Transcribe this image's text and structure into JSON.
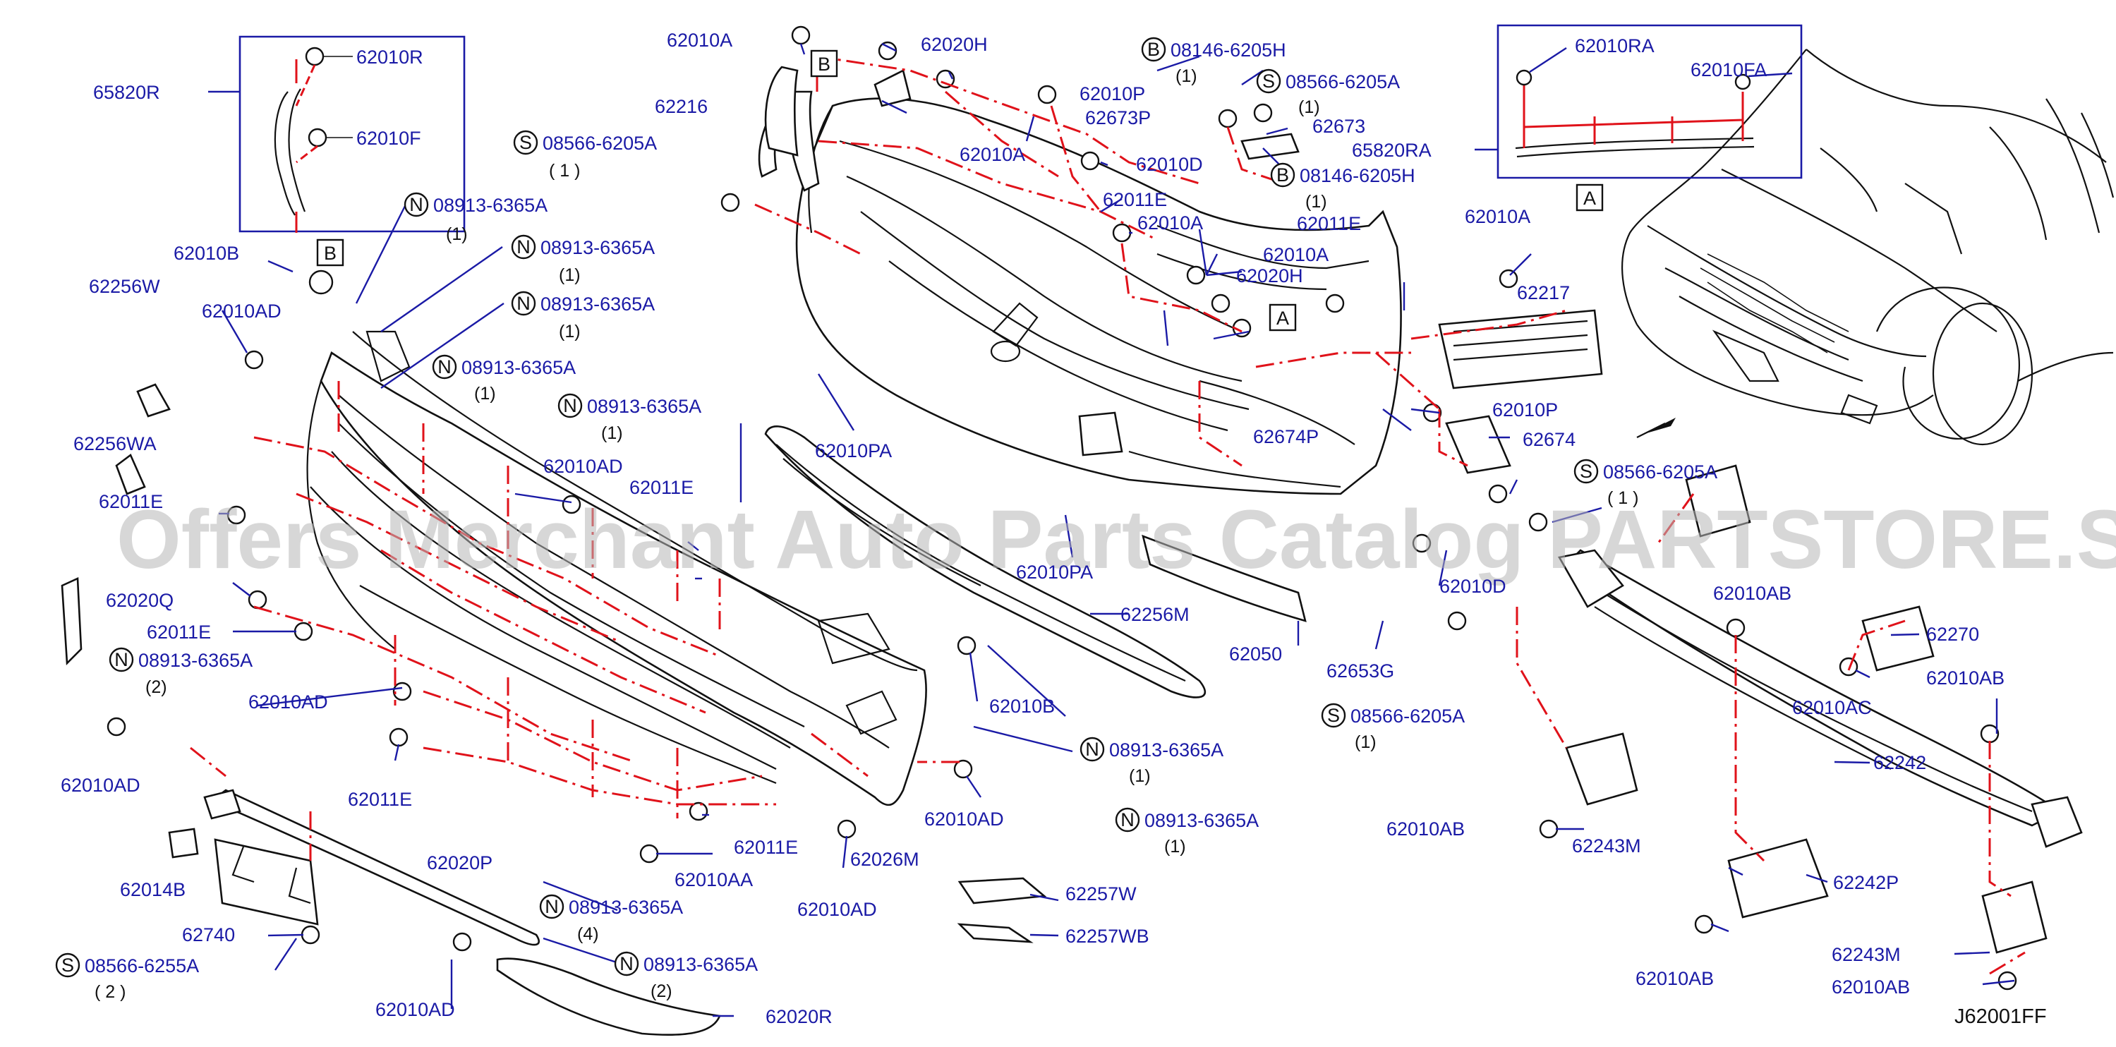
{
  "diagram_code": "J62001FF",
  "watermark": "Offers Merchant Auto Parts Catalog PARTSTORE.SA",
  "ref_letters": {
    "a": "A",
    "b": "B"
  },
  "labels": {
    "p65820R": "65820R",
    "p62010R": "62010R",
    "p62010F": "62010F",
    "p62010B_a": "62010B",
    "p62256W": "62256W",
    "p62256WA": "62256WA",
    "p62010AD_a": "62010AD",
    "p62011E_a": "62011E",
    "p62010AD_b": "62010AD",
    "p62011E_b": "62011E",
    "p62020Q": "62020Q",
    "p62011E_c": "62011E",
    "p62010AD_c": "62010AD",
    "p62010AD_d": "62010AD",
    "p62011E_d": "62011E",
    "p62020P": "62020P",
    "p62014B": "62014B",
    "p62740": "62740",
    "p62010AD_e": "62010AD",
    "p62020R": "62020R",
    "p62011E_e": "62011E",
    "p62010AA": "62010AA",
    "p62010AD_f": "62010AD",
    "p62026M": "62026M",
    "p62010AD_g": "62010AD",
    "p62010B_b": "62010B",
    "p62257W": "62257W",
    "p62257WB": "62257WB",
    "p62256M": "62256M",
    "p62010PA_a": "62010PA",
    "p62010PA_b": "62010PA",
    "p62050": "62050",
    "p62653G": "62653G",
    "p62010D_a": "62010D",
    "p62010A_a": "62010A",
    "p62020H_a": "62020H",
    "p62216": "62216",
    "p62010P_a": "62010P",
    "p62673P": "62673P",
    "p62010A_b": "62010A",
    "p62010D_b": "62010D",
    "p62011E_f": "62011E",
    "p62010A_c": "62010A",
    "p62011E_g": "62011E",
    "p62010A_d": "62010A",
    "p62020H_b": "62020H",
    "p62673": "62673",
    "p65820RA": "65820RA",
    "p62674P": "62674P",
    "p62010RA": "62010RA",
    "p62010FA": "62010FA",
    "p62010A_e": "62010A",
    "p62217": "62217",
    "p62010P_b": "62010P",
    "p62674": "62674",
    "p62010AB_a": "62010AB",
    "p62270": "62270",
    "p62010AC": "62010AC",
    "p62010AB_b": "62010AB",
    "p62242": "62242",
    "p62010AB_c": "62010AB",
    "p62243M_a": "62243M",
    "p62242P": "62242P",
    "p62243M_b": "62243M",
    "p62010AB_d": "62010AB",
    "p62010AB_e": "62010AB"
  },
  "callouts": {
    "c1": {
      "letter": "N",
      "part": "08913-6365A",
      "qty": "(1)"
    },
    "c2": {
      "letter": "N",
      "part": "08913-6365A",
      "qty": "(1)"
    },
    "c3": {
      "letter": "N",
      "part": "08913-6365A",
      "qty": "(1)"
    },
    "c4": {
      "letter": "N",
      "part": "08913-6365A",
      "qty": "(1)"
    },
    "c5": {
      "letter": "N",
      "part": "08913-6365A",
      "qty": "(1)"
    },
    "c6": {
      "letter": "S",
      "part": "08566-6205A",
      "qty": "( 1 )"
    },
    "c7": {
      "letter": "N",
      "part": "08913-6365A",
      "qty": "(2)"
    },
    "c8": {
      "letter": "S",
      "part": "08566-6255A",
      "qty": "( 2 )"
    },
    "c9": {
      "letter": "N",
      "part": "08913-6365A",
      "qty": "(4)"
    },
    "c10": {
      "letter": "N",
      "part": "08913-6365A",
      "qty": "(2)"
    },
    "c11": {
      "letter": "N",
      "part": "08913-6365A",
      "qty": "(1)"
    },
    "c12": {
      "letter": "N",
      "part": "08913-6365A",
      "qty": "(1)"
    },
    "c13": {
      "letter": "B",
      "part": "08146-6205H",
      "qty": "(1)"
    },
    "c14": {
      "letter": "S",
      "part": "08566-6205A",
      "qty": "(1)"
    },
    "c15": {
      "letter": "B",
      "part": "08146-6205H",
      "qty": "(1)"
    },
    "c16": {
      "letter": "S",
      "part": "08566-6205A",
      "qty": "( 1 )"
    },
    "c17": {
      "letter": "S",
      "part": "08566-6205A",
      "qty": "(1)"
    }
  }
}
